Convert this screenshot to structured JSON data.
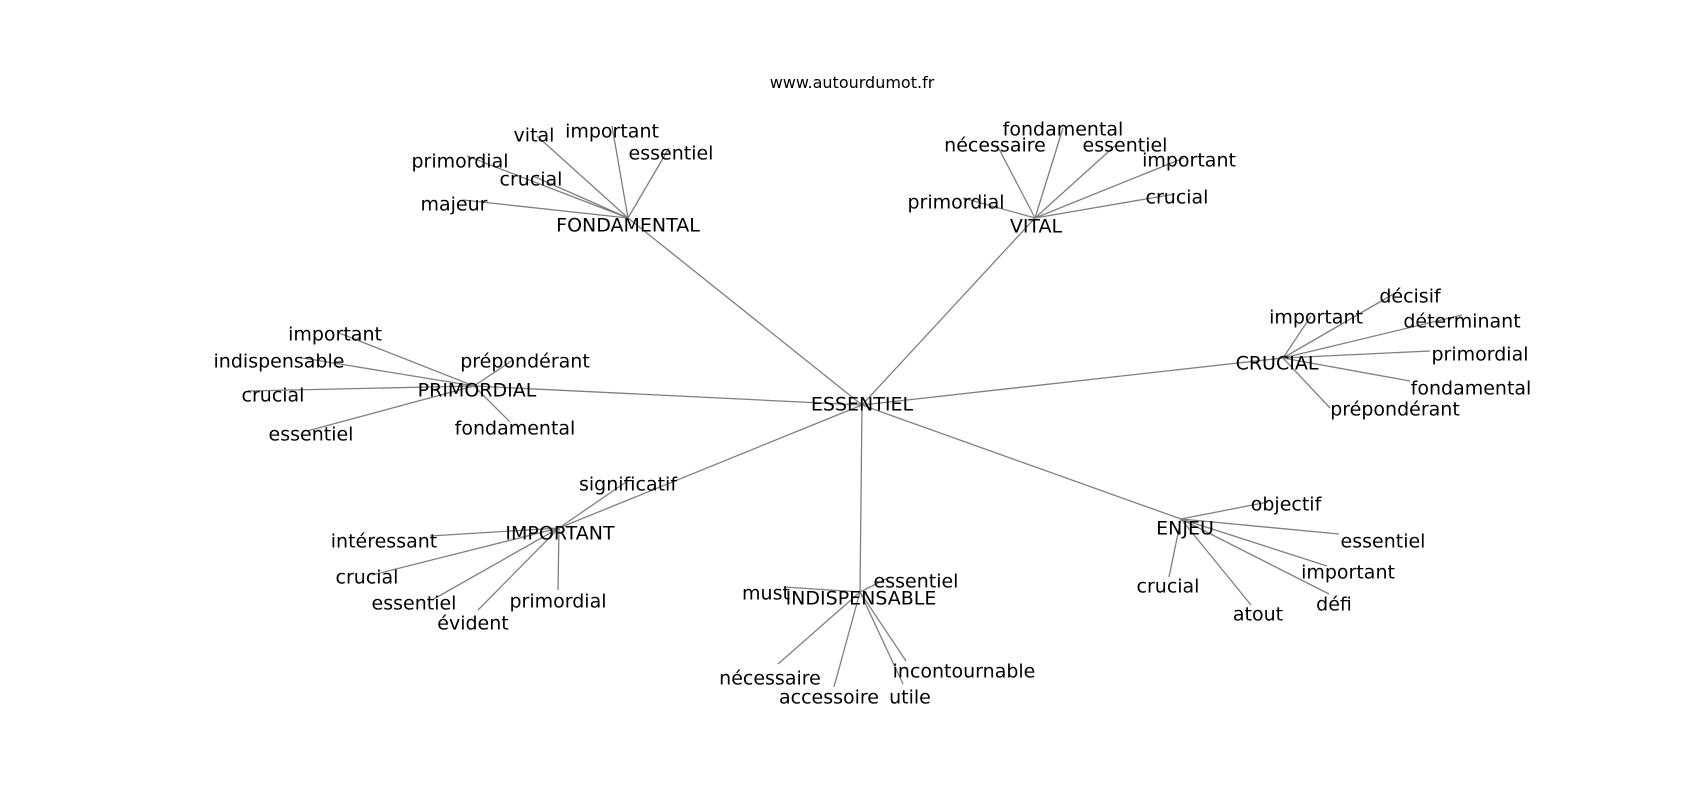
{
  "source": "www.autourdumot.fr",
  "center": "ESSENTIEL",
  "branches": [
    {
      "key": "fondamental",
      "label": "FONDAMENTAL",
      "children": [
        "vital",
        "important",
        "essentiel",
        "primordial",
        "crucial",
        "majeur"
      ]
    },
    {
      "key": "vital",
      "label": "VITAL",
      "children": [
        "fondamental",
        "nécessaire",
        "essentiel",
        "important",
        "primordial",
        "crucial"
      ]
    },
    {
      "key": "crucial",
      "label": "CRUCIAL",
      "children": [
        "décisif",
        "important",
        "déterminant",
        "primordial",
        "fondamental",
        "prépondérant"
      ]
    },
    {
      "key": "primordial",
      "label": "PRIMORDIAL",
      "children": [
        "important",
        "indispensable",
        "prépondérant",
        "crucial",
        "essentiel",
        "fondamental"
      ]
    },
    {
      "key": "important",
      "label": "IMPORTANT",
      "children": [
        "significatif",
        "intéressant",
        "crucial",
        "essentiel",
        "primordial",
        "évident"
      ]
    },
    {
      "key": "indispensable",
      "label": "INDISPENSABLE",
      "children": [
        "essentiel",
        "must",
        "nécessaire",
        "incontournable",
        "accessoire",
        "utile"
      ]
    },
    {
      "key": "enjeu",
      "label": "ENJEU",
      "children": [
        "objectif",
        "essentiel",
        "important",
        "crucial",
        "défi",
        "atout"
      ]
    }
  ]
}
